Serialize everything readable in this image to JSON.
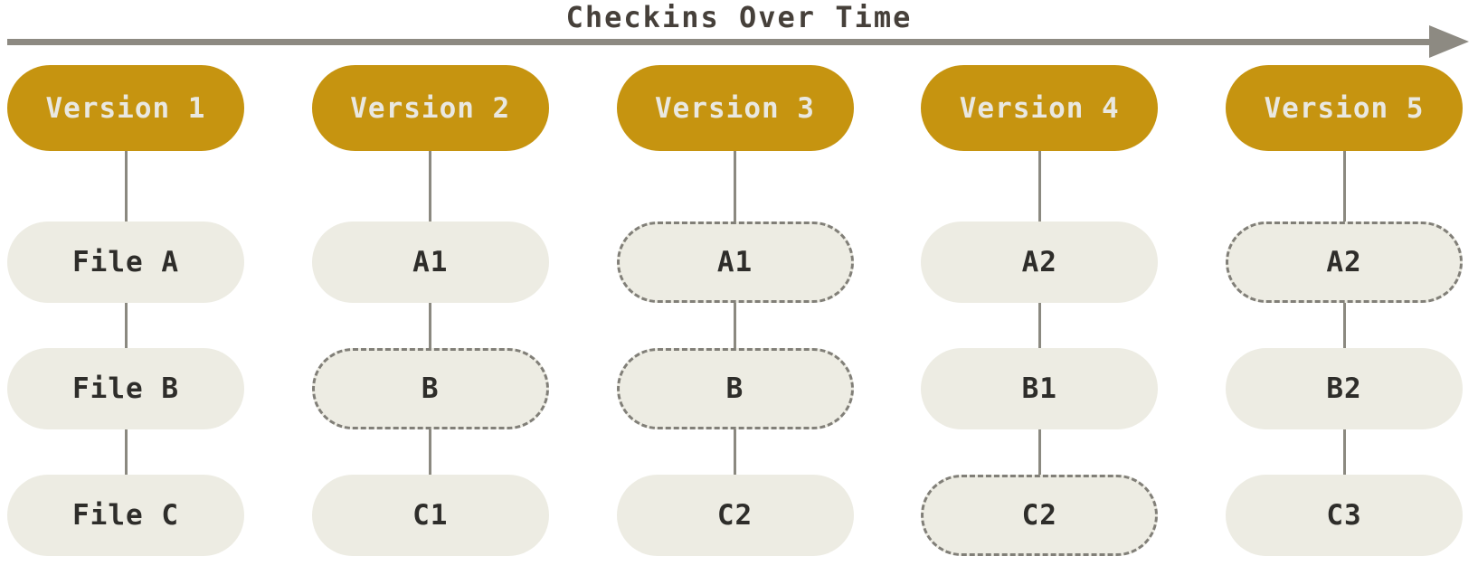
{
  "title": "Checkins Over Time",
  "colors": {
    "title_color": "#46403a",
    "arrow_color": "#8d8a82",
    "connector_color": "#8b8980",
    "version_fill": "#c69410",
    "version_text": "#e9e8e1",
    "box_fill": "#edece3",
    "box_text": "#2e2d2a",
    "dash_border": "#817f78"
  },
  "columns": [
    {
      "version": "Version 1",
      "files": [
        {
          "label": "File A",
          "style": "solid"
        },
        {
          "label": "File B",
          "style": "solid"
        },
        {
          "label": "File C",
          "style": "solid"
        }
      ]
    },
    {
      "version": "Version 2",
      "files": [
        {
          "label": "A1",
          "style": "solid"
        },
        {
          "label": "B",
          "style": "dashed"
        },
        {
          "label": "C1",
          "style": "solid"
        }
      ]
    },
    {
      "version": "Version 3",
      "files": [
        {
          "label": "A1",
          "style": "dashed"
        },
        {
          "label": "B",
          "style": "dashed"
        },
        {
          "label": "C2",
          "style": "solid"
        }
      ]
    },
    {
      "version": "Version 4",
      "files": [
        {
          "label": "A2",
          "style": "solid"
        },
        {
          "label": "B1",
          "style": "solid"
        },
        {
          "label": "C2",
          "style": "dashed"
        }
      ]
    },
    {
      "version": "Version 5",
      "files": [
        {
          "label": "A2",
          "style": "dashed"
        },
        {
          "label": "B2",
          "style": "solid"
        },
        {
          "label": "C3",
          "style": "solid"
        }
      ]
    }
  ]
}
